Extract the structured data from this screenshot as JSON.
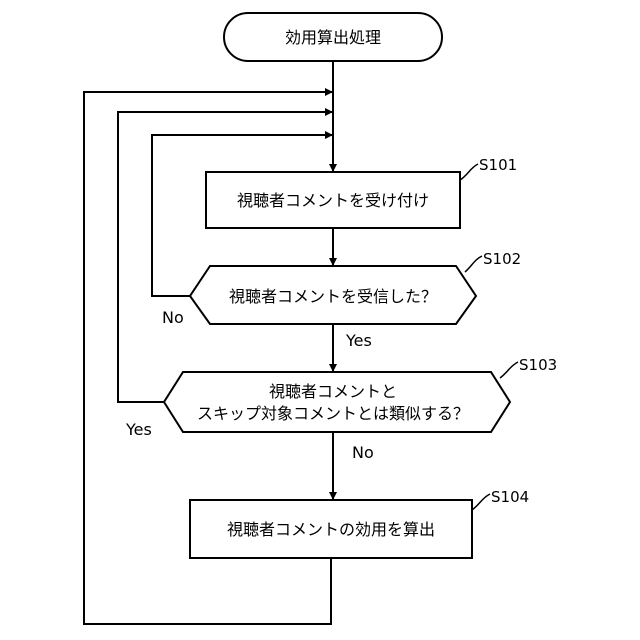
{
  "flowchart": {
    "start": "効用算出処理",
    "s101": {
      "id": "S101",
      "text": "視聴者コメントを受け付け"
    },
    "s102": {
      "id": "S102",
      "text": "視聴者コメントを受信した？",
      "no": "No",
      "yes": "Yes"
    },
    "s103": {
      "id": "S103",
      "line1": "視聴者コメントと",
      "line2": "スキップ対象コメントとは類似する？",
      "yes": "Yes",
      "no": "No"
    },
    "s104": {
      "id": "S104",
      "text": "視聴者コメントの効用を算出"
    }
  }
}
